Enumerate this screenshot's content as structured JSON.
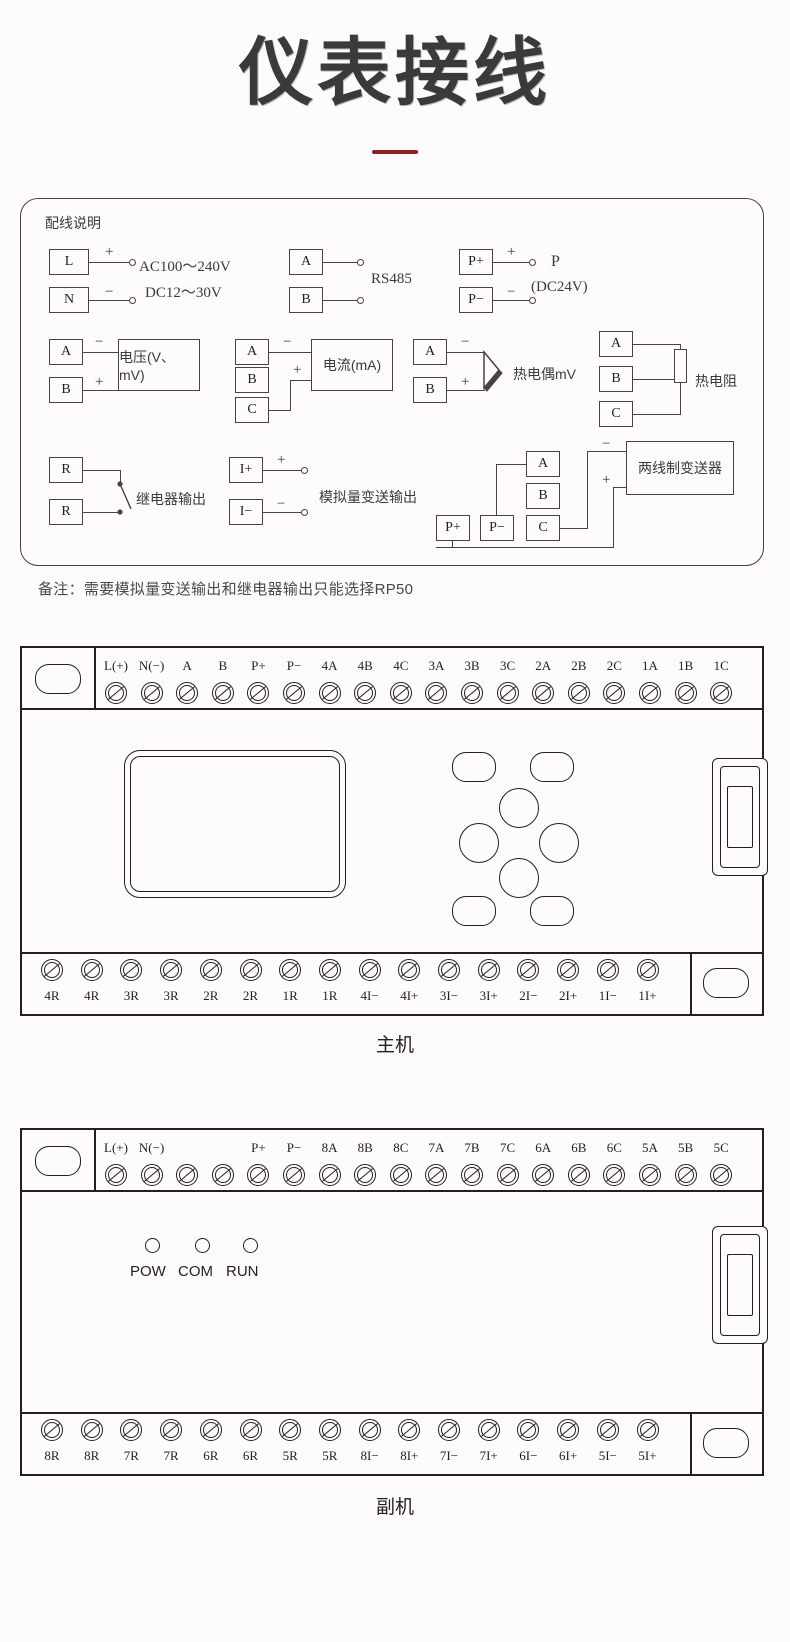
{
  "header": {
    "title": "仪表接线"
  },
  "wiring_panel": {
    "title": "配线说明",
    "note": "备注：需要模拟量变送输出和继电器输出只能选择RP50",
    "groups": [
      {
        "id": "power",
        "terminals": [
          "L",
          "N"
        ],
        "signs": [
          "+",
          "−"
        ],
        "labels": [
          "AC100～240V",
          "DC12～30V"
        ]
      },
      {
        "id": "rs485",
        "terminals": [
          "A",
          "B"
        ],
        "label": "RS485"
      },
      {
        "id": "power24",
        "terminals": [
          "P+",
          "P−"
        ],
        "signs": [
          "+",
          "−"
        ],
        "label_line1": "P",
        "label_line2": "(DC24V)"
      },
      {
        "id": "voltage",
        "terminals": [
          "A",
          "B"
        ],
        "signs": [
          "−",
          "+"
        ],
        "block": "电压(V、mV)"
      },
      {
        "id": "current",
        "terminals": [
          "A",
          "B",
          "C"
        ],
        "signs": [
          "−",
          "+"
        ],
        "block": "电流(mA)"
      },
      {
        "id": "thermocouple",
        "terminals": [
          "A",
          "B"
        ],
        "signs": [
          "−",
          "+"
        ],
        "label": "热电偶mV"
      },
      {
        "id": "rtd",
        "terminals": [
          "A",
          "B",
          "C"
        ],
        "label": "热电阻"
      },
      {
        "id": "relay",
        "terminals": [
          "R",
          "R"
        ],
        "label": "继电器输出"
      },
      {
        "id": "analog_out",
        "terminals": [
          "I+",
          "I−"
        ],
        "signs": [
          "+",
          "−"
        ],
        "label": "模拟量变送输出"
      },
      {
        "id": "two_wire",
        "terminals": [
          "A",
          "B",
          "C",
          "P+",
          "P−"
        ],
        "signs": [
          "−",
          "+"
        ],
        "block": "两线制变送器"
      }
    ]
  },
  "main_unit": {
    "caption": "主机",
    "top_terminals": [
      "L(+)",
      "N(−)",
      "A",
      "B",
      "P+",
      "P−",
      "4A",
      "4B",
      "4C",
      "3A",
      "3B",
      "3C",
      "2A",
      "2B",
      "2C",
      "1A",
      "1B",
      "1C"
    ],
    "bottom_terminals": [
      "4R",
      "4R",
      "3R",
      "3R",
      "2R",
      "2R",
      "1R",
      "1R",
      "4I−",
      "4I+",
      "3I−",
      "3I+",
      "2I−",
      "2I+",
      "1I−",
      "1I+"
    ]
  },
  "sub_unit": {
    "caption": "副机",
    "top_terminals": [
      "L(+)",
      "N(−)",
      "",
      "",
      "P+",
      "P−",
      "8A",
      "8B",
      "8C",
      "7A",
      "7B",
      "7C",
      "6A",
      "6B",
      "6C",
      "5A",
      "5B",
      "5C"
    ],
    "bottom_terminals": [
      "8R",
      "8R",
      "7R",
      "7R",
      "6R",
      "6R",
      "5R",
      "5R",
      "8I−",
      "8I+",
      "7I−",
      "7I+",
      "6I−",
      "6I+",
      "5I−",
      "5I+"
    ],
    "indicators": [
      "POW",
      "COM",
      "RUN"
    ]
  },
  "colors": {
    "accent": "#8d1f1f",
    "ink": "#231f20",
    "line": "#4a4142",
    "background": "#fdfbfb"
  }
}
